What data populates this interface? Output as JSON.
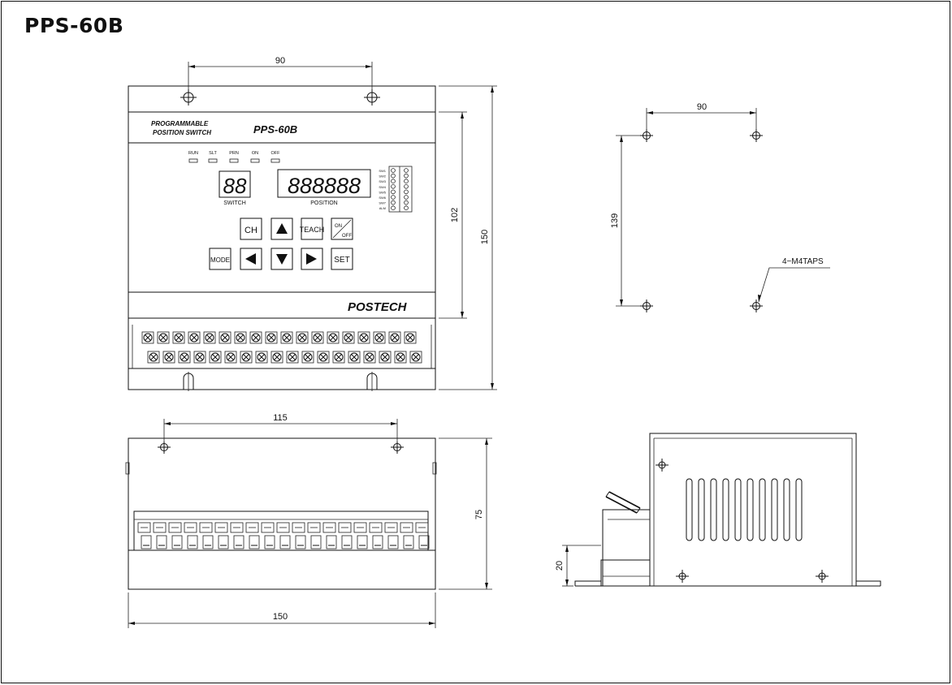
{
  "title": "PPS-60B",
  "panel": {
    "brand_line1": "PROGRAMMABLE",
    "brand_line2": "POSITION SWITCH",
    "model": "PPS-60B",
    "leds": [
      "RUN",
      "SLT",
      "PRN",
      "ON",
      "OFF"
    ],
    "switch_digits": "88",
    "switch_label": "SWITCH",
    "position_digits": "888888",
    "position_label": "POSITION",
    "sw_leds": [
      "SW1",
      "SW2",
      "SW3",
      "SW4",
      "SW5",
      "SW6",
      "SW7",
      "ALM"
    ],
    "buttons": {
      "ch": "CH",
      "teach": "TEACH",
      "on": "ON",
      "off": "OFF",
      "mode": "MODE",
      "set": "SET"
    },
    "logo": "POSTECH"
  },
  "dims": {
    "front_hole_pitch": "90",
    "front_body_height": "102",
    "front_total_height": "150",
    "mount_pitch": "90",
    "mount_height": "139",
    "mount_taps": "4−M4TAPS",
    "bottom_hole_pitch": "115",
    "bottom_height": "75",
    "bottom_width": "150",
    "side_height": "20"
  },
  "icons": {
    "up": "triangle-up-icon",
    "down": "triangle-down-icon",
    "left": "triangle-left-icon",
    "right": "triangle-right-icon",
    "hole": "mounting-hole-icon",
    "terminal": "terminal-screw-icon"
  }
}
